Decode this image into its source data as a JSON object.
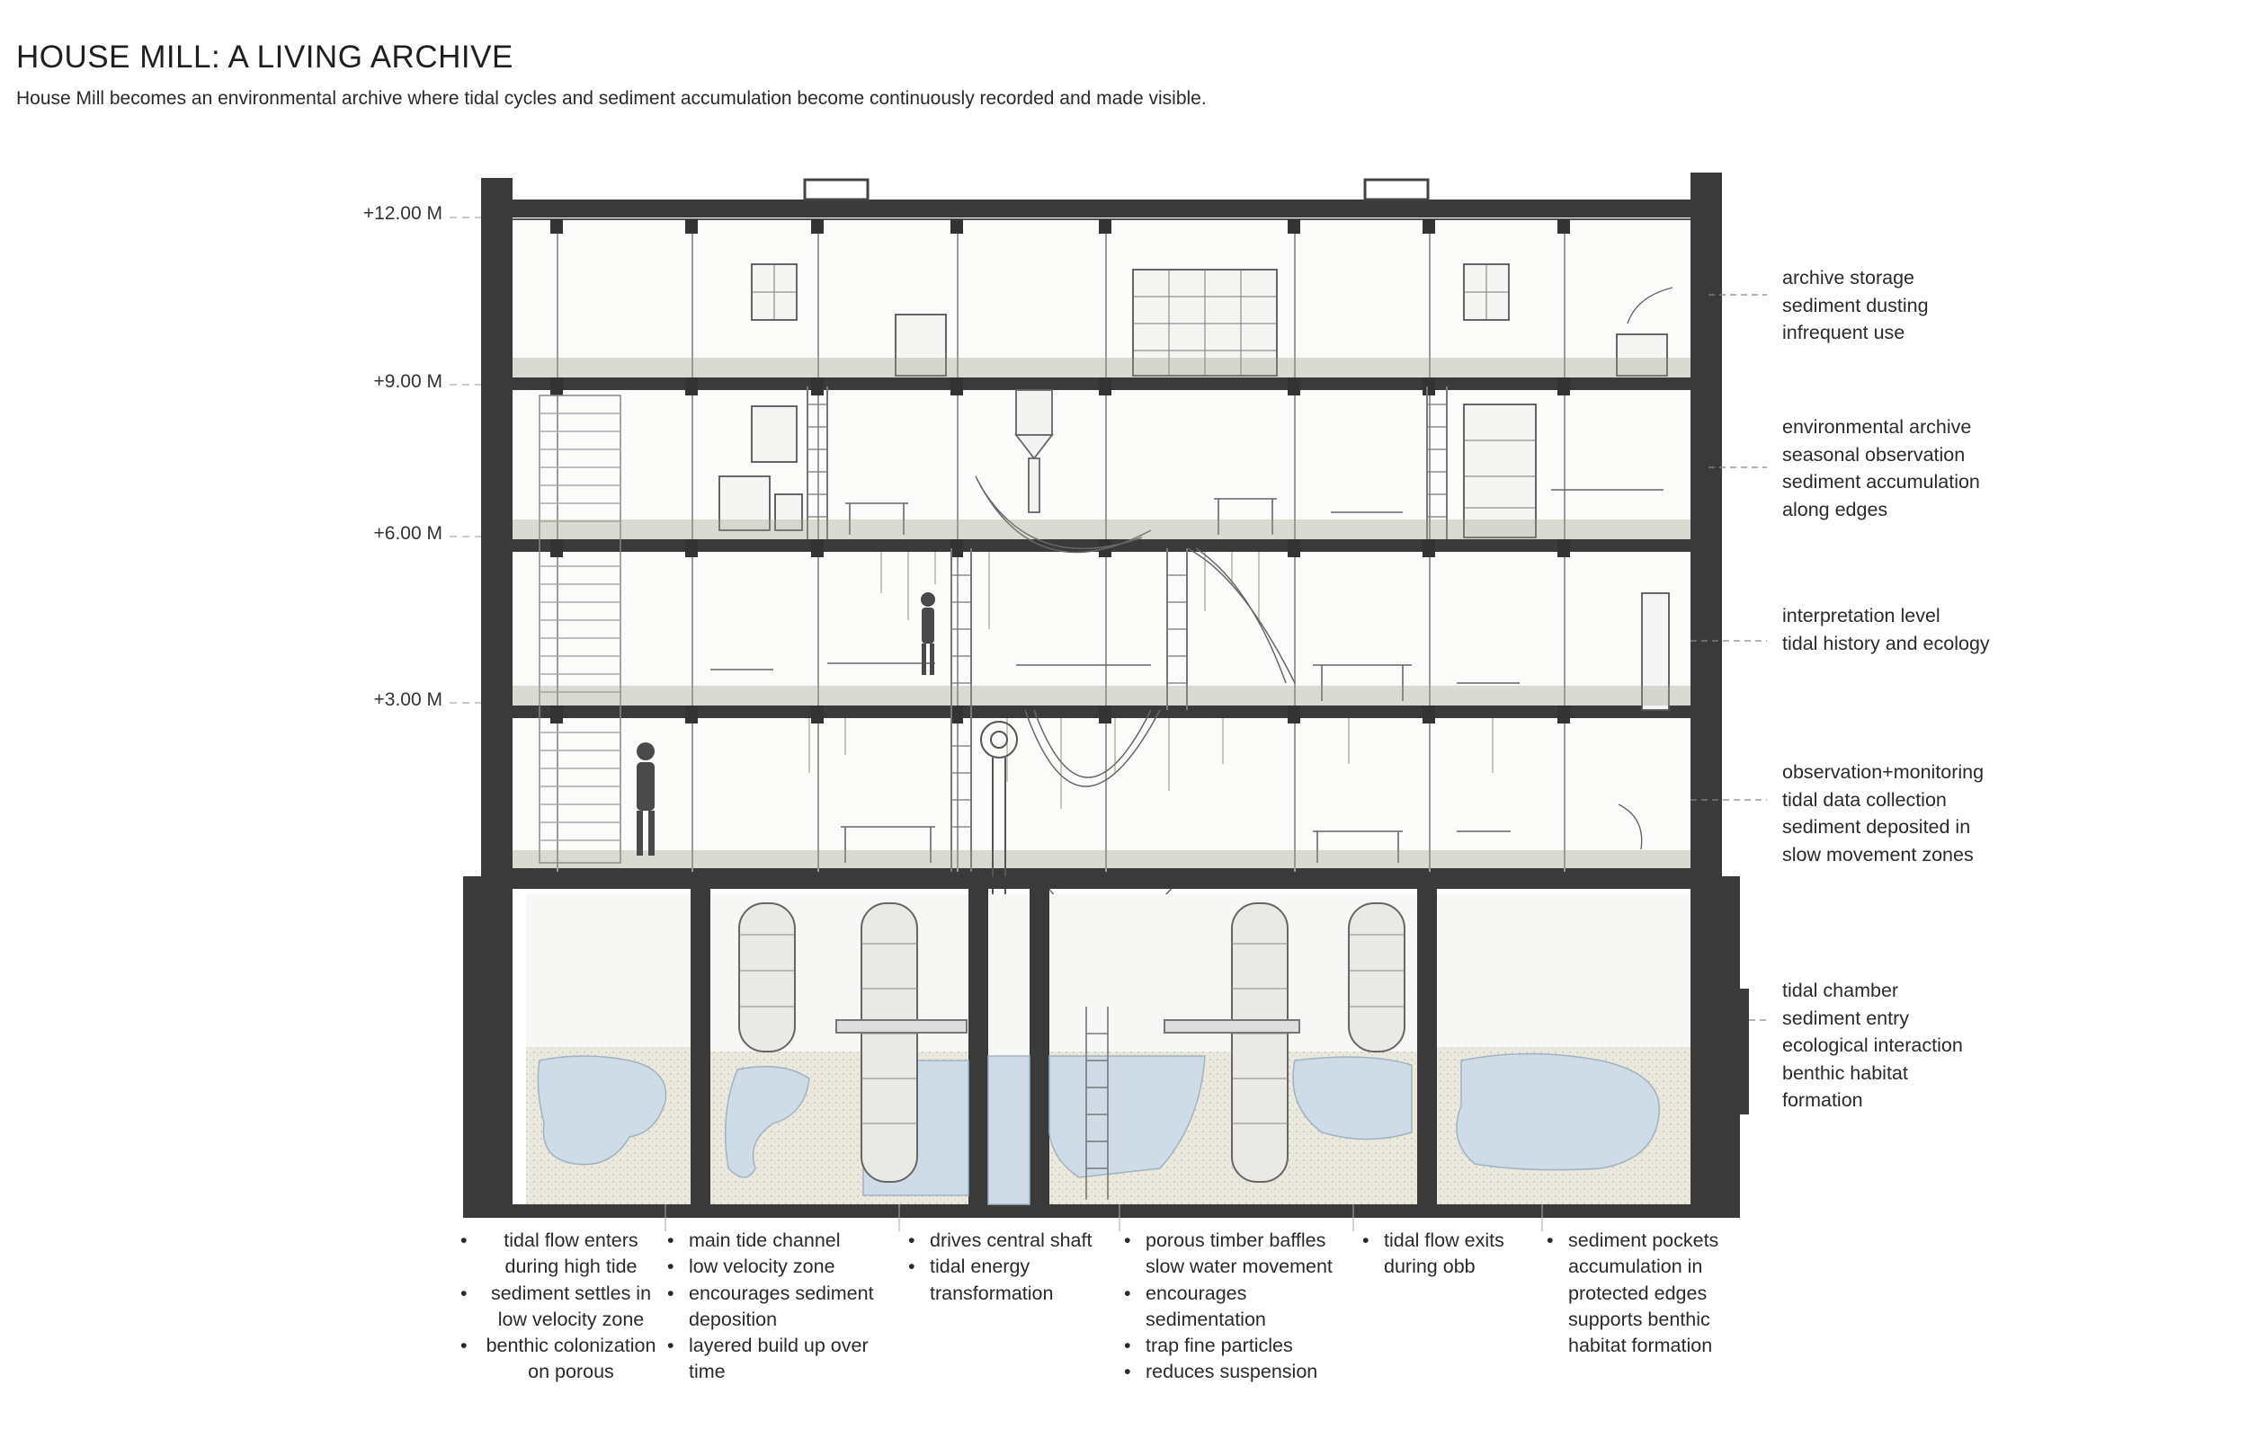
{
  "header": {
    "title": "HOUSE MILL: A LIVING ARCHIVE",
    "subtitle": "House Mill becomes an environmental archive where tidal cycles and sediment accumulation become continuously recorded and made visible."
  },
  "levels": [
    "+12.00 M",
    "+9.00 M",
    "+6.00 M",
    "+3.00 M"
  ],
  "side_annotations": [
    {
      "lines": [
        "archive storage",
        "sediment dusting",
        "infrequent use"
      ]
    },
    {
      "lines": [
        "environmental archive",
        "seasonal observation",
        "sediment accumulation",
        "along edges"
      ]
    },
    {
      "lines": [
        "interpretation level",
        "tidal history and ecology"
      ]
    },
    {
      "lines": [
        "observation+monitoring",
        "tidal data collection",
        "sediment deposited in",
        "slow movement zones"
      ]
    },
    {
      "lines": [
        "tidal chamber",
        "sediment entry",
        "ecological interaction",
        "benthic habitat",
        "formation"
      ]
    }
  ],
  "bottom_notes": [
    {
      "items": [
        "tidal flow enters during high tide",
        "sediment settles in low velocity zone",
        "benthic colonization on porous"
      ]
    },
    {
      "items": [
        "main tide channel",
        "low velocity zone",
        "encourages sediment deposition",
        "layered build up over time"
      ]
    },
    {
      "items": [
        "drives central shaft",
        "tidal energy transformation"
      ]
    },
    {
      "items": [
        "porous timber baffles slow water movement",
        "encourages sedimentation",
        "trap fine particles",
        "reduces suspension"
      ]
    },
    {
      "items": [
        "tidal flow exits during obb"
      ]
    },
    {
      "items": [
        "sediment pockets accumulation in protected edges supports benthic habitat formation"
      ]
    }
  ],
  "colors": {
    "wall": "#3a3a3a",
    "water": "#cfdbe6",
    "sediment": "#e6e2d6",
    "vegetation": "#7a8060",
    "line": "#555555"
  }
}
